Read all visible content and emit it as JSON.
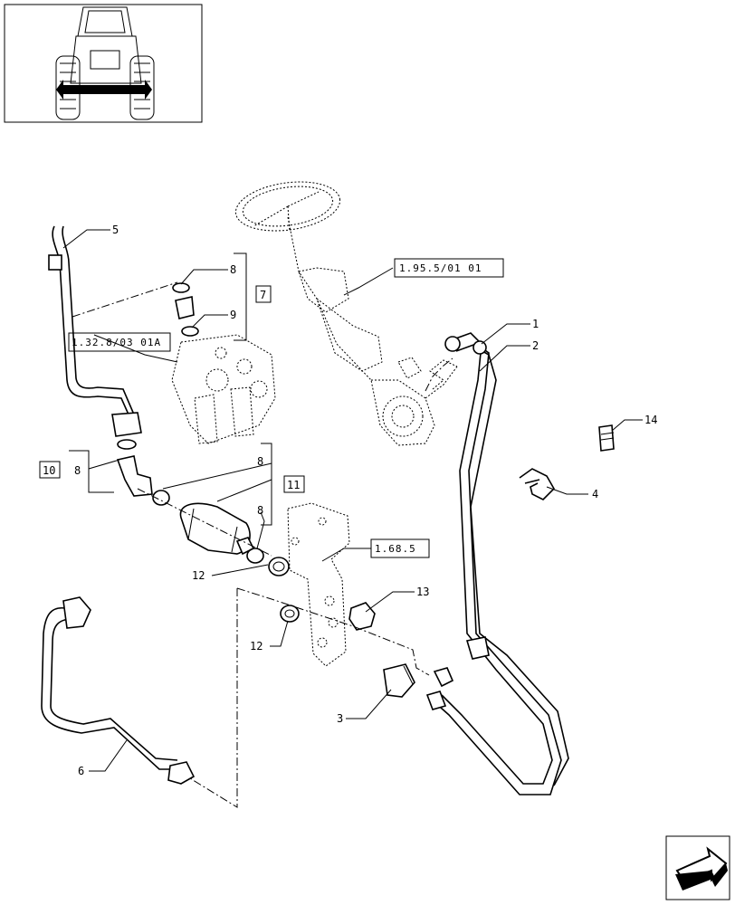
{
  "thumbnail": {
    "icon": "tractor-front-view-icon"
  },
  "callouts": {
    "c1": "1",
    "c2": "2",
    "c3": "3",
    "c4": "4",
    "c5": "5",
    "c6": "6",
    "c7": "7",
    "c8a": "8",
    "c8b": "8",
    "c8c": "8",
    "c8d": "8",
    "c9": "9",
    "c10": "10",
    "c11": "11",
    "c12a": "12",
    "c12b": "12",
    "c13": "13",
    "c14": "14"
  },
  "references": {
    "steering": "1.95.5/01 01",
    "pump": "1.32.8/03 01A",
    "bracket": "1.68.5"
  },
  "nav": {
    "icon": "next-page-arrow-icon"
  }
}
